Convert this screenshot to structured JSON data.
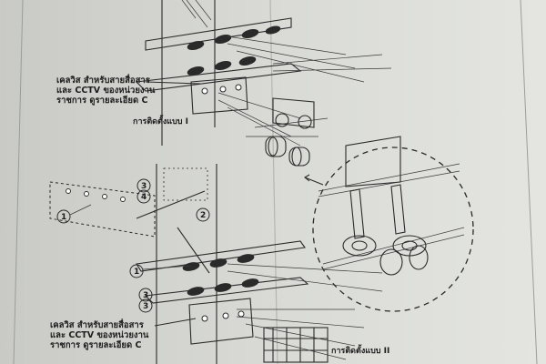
{
  "callout_top": {
    "line1": "เคลวิส สำหรับสายสื่อสาร",
    "line2": "และ CCTV ของหน่วยงาน",
    "line3": "ราชการ ดูรายละเอียด C"
  },
  "caption_top": "การติดตั้งแบบ I",
  "callout_bottom": {
    "line1": "เคลวิส สำหรับสายสื่อสาร",
    "line2": "และ CCTV ของหน่วยงาน",
    "line3": "ราชการ ดูรายละเอียด C"
  },
  "caption_bottom": "การติดตั้งแบบ II",
  "balloons": [
    "1",
    "2",
    "3",
    "4",
    "1",
    "3",
    "3"
  ]
}
